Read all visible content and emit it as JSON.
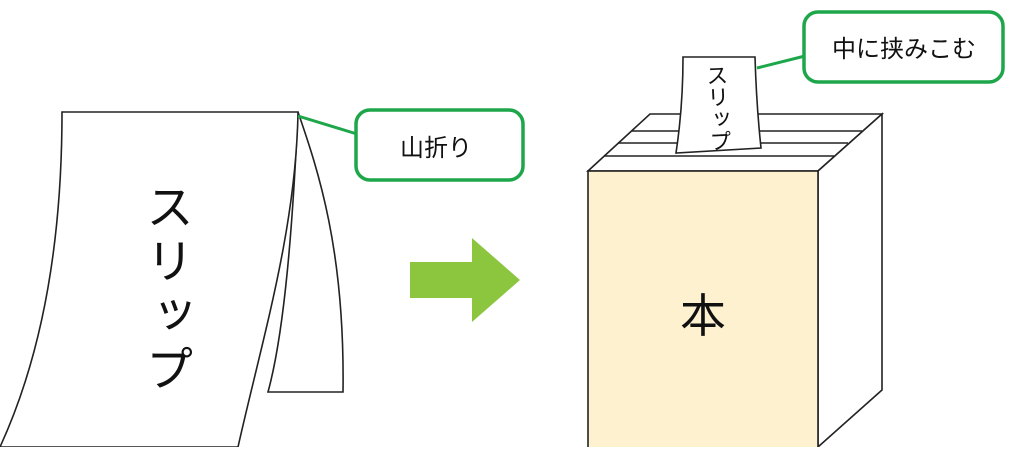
{
  "diagram": {
    "slip_label": "スリップ",
    "fold_callout": "山折り",
    "insert_callout": "中に挟みこむ",
    "book_label": "本",
    "small_slip_label": "スリップ"
  },
  "colors": {
    "callout_border": "#1ea64a",
    "arrow": "#8cc63f",
    "book_front": "#fdf1cf",
    "outline": "#222222"
  }
}
